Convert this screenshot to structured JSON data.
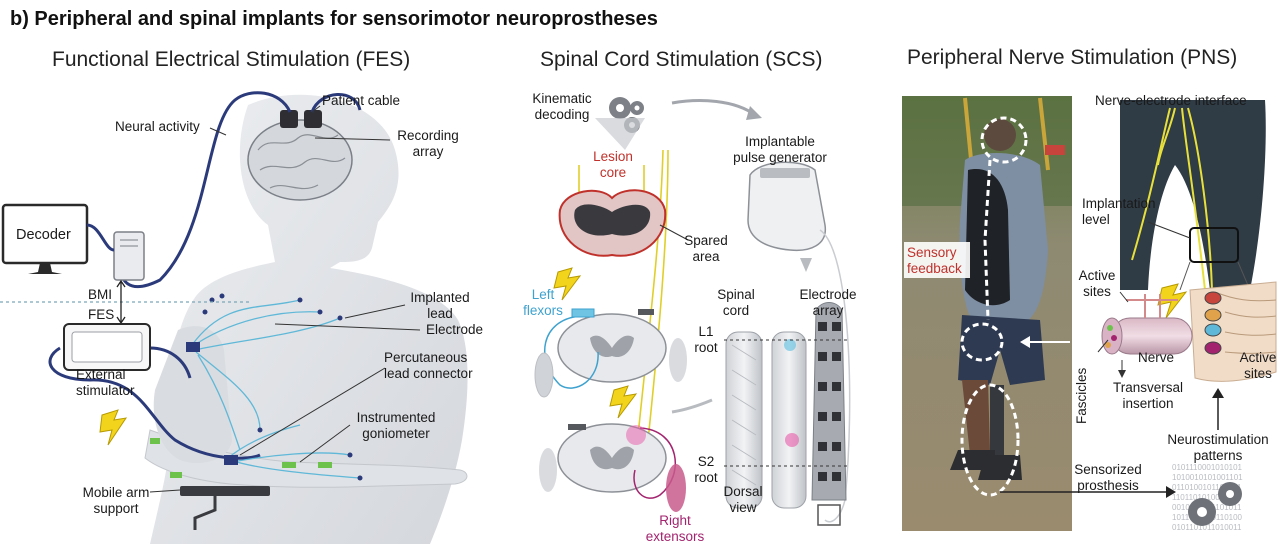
{
  "title": "b) Peripheral and spinal implants for sensorimotor neuroprostheses",
  "fes": {
    "title": "Functional Electrical Stimulation (FES)",
    "labels": {
      "patient_cable": "Patient cable",
      "neural_activity": "Neural activity",
      "recording_array_1": "Recording",
      "recording_array_2": "array",
      "decoder": "Decoder",
      "bmi": "BMI",
      "fes": "FES",
      "implanted_lead_1": "Implanted",
      "implanted_lead_2": "lead",
      "electrode": "Electrode",
      "external_stimulator_1": "External",
      "external_stimulator_2": "stimulator",
      "percutaneous_1": "Percutaneous",
      "percutaneous_2": "lead connector",
      "goniometer_1": "Instrumented",
      "goniometer_2": "goniometer",
      "mobile_arm_1": "Mobile arm",
      "mobile_arm_2": "support"
    }
  },
  "scs": {
    "title": "Spinal Cord Stimulation (SCS)",
    "labels": {
      "kinematic_1": "Kinematic",
      "kinematic_2": "decoding",
      "lesion_1": "Lesion",
      "lesion_2": "core",
      "ipg_1": "Implantable",
      "ipg_2": "pulse generator",
      "spared_1": "Spared",
      "spared_2": "area",
      "left_flexors_1": "Left",
      "left_flexors_2": "flexors",
      "spinal_cord_1": "Spinal",
      "spinal_cord_2": "cord",
      "electrode_array_1": "Electrode",
      "electrode_array_2": "array",
      "l1_1": "L1",
      "l1_2": "root",
      "s2_1": "S2",
      "s2_2": "root",
      "dorsal_1": "Dorsal",
      "dorsal_2": "view",
      "right_ext_1": "Right",
      "right_ext_2": "extensors"
    }
  },
  "pns": {
    "title": "Peripheral Nerve Stimulation (PNS)",
    "labels": {
      "nerve_interface": "Nerve-electrode interface",
      "sensory_1": "Sensory",
      "sensory_2": "feedback",
      "implantation_1": "Implantation",
      "implantation_2": "level",
      "active_sites_1": "Active",
      "active_sites_2": "sites",
      "nerve": "Nerve",
      "fascicles": "Fascicles",
      "transversal_1": "Transversal",
      "transversal_2": "insertion",
      "active_sites_r1": "Active",
      "active_sites_r2": "sites",
      "neurostim_1": "Neurostimulation",
      "neurostim_2": "patterns",
      "sensorized_1": "Sensorized",
      "sensorized_2": "prosthesis"
    },
    "binary_rows": [
      "0101110001010101",
      "1010010101001101",
      "0110100101101011",
      "1101101010010110",
      "0010110101101011",
      "1011010010110100",
      "0101101011010011"
    ]
  },
  "colors": {
    "cable": "#2b3a7a",
    "lead_blue": "#5fb8d8",
    "lesion_red": "#c0312b",
    "magenta": "#a3236f",
    "nerve_yellow": "#e8e03a",
    "bolt_yellow": "#f2d41c",
    "dark_slate": "#2f3b45",
    "skin": "#e3e5e8"
  }
}
